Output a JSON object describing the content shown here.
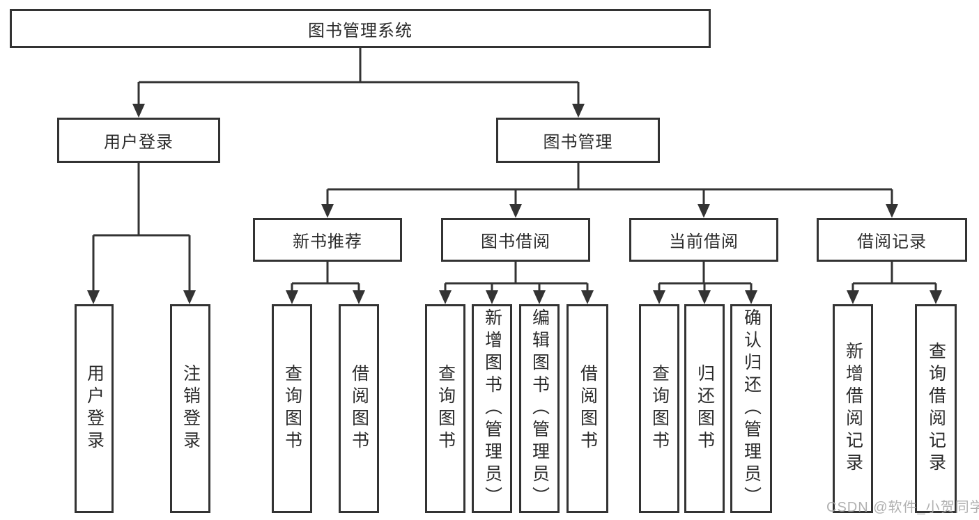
{
  "diagram_title": "图书管理系统",
  "tree": {
    "label": "图书管理系统",
    "children": [
      {
        "label": "用户登录",
        "children": [
          {
            "label": "用户登录"
          },
          {
            "label": "注销登录"
          }
        ]
      },
      {
        "label": "图书管理",
        "children": [
          {
            "label": "新书推荐",
            "children": [
              {
                "label": "查询图书"
              },
              {
                "label": "借阅图书"
              }
            ]
          },
          {
            "label": "图书借阅",
            "children": [
              {
                "label": "查询图书"
              },
              {
                "label": "新增图书（管理员）"
              },
              {
                "label": "编辑图书（管理员）"
              },
              {
                "label": "借阅图书"
              }
            ]
          },
          {
            "label": "当前借阅",
            "children": [
              {
                "label": "查询图书"
              },
              {
                "label": "归还图书"
              },
              {
                "label": "确认归还（管理员）"
              }
            ]
          },
          {
            "label": "借阅记录",
            "children": [
              {
                "label": "新增借阅记录"
              },
              {
                "label": "查询借阅记录"
              }
            ]
          }
        ]
      }
    ]
  },
  "watermark": {
    "text": "CSDN @软件_小贺同学"
  },
  "colors": {
    "background": "#ffffff",
    "box_fill": "#ffffff",
    "box_border": "#333333",
    "line": "#333333",
    "text": "#2b2b2b",
    "watermark": "#a8a8a8"
  }
}
